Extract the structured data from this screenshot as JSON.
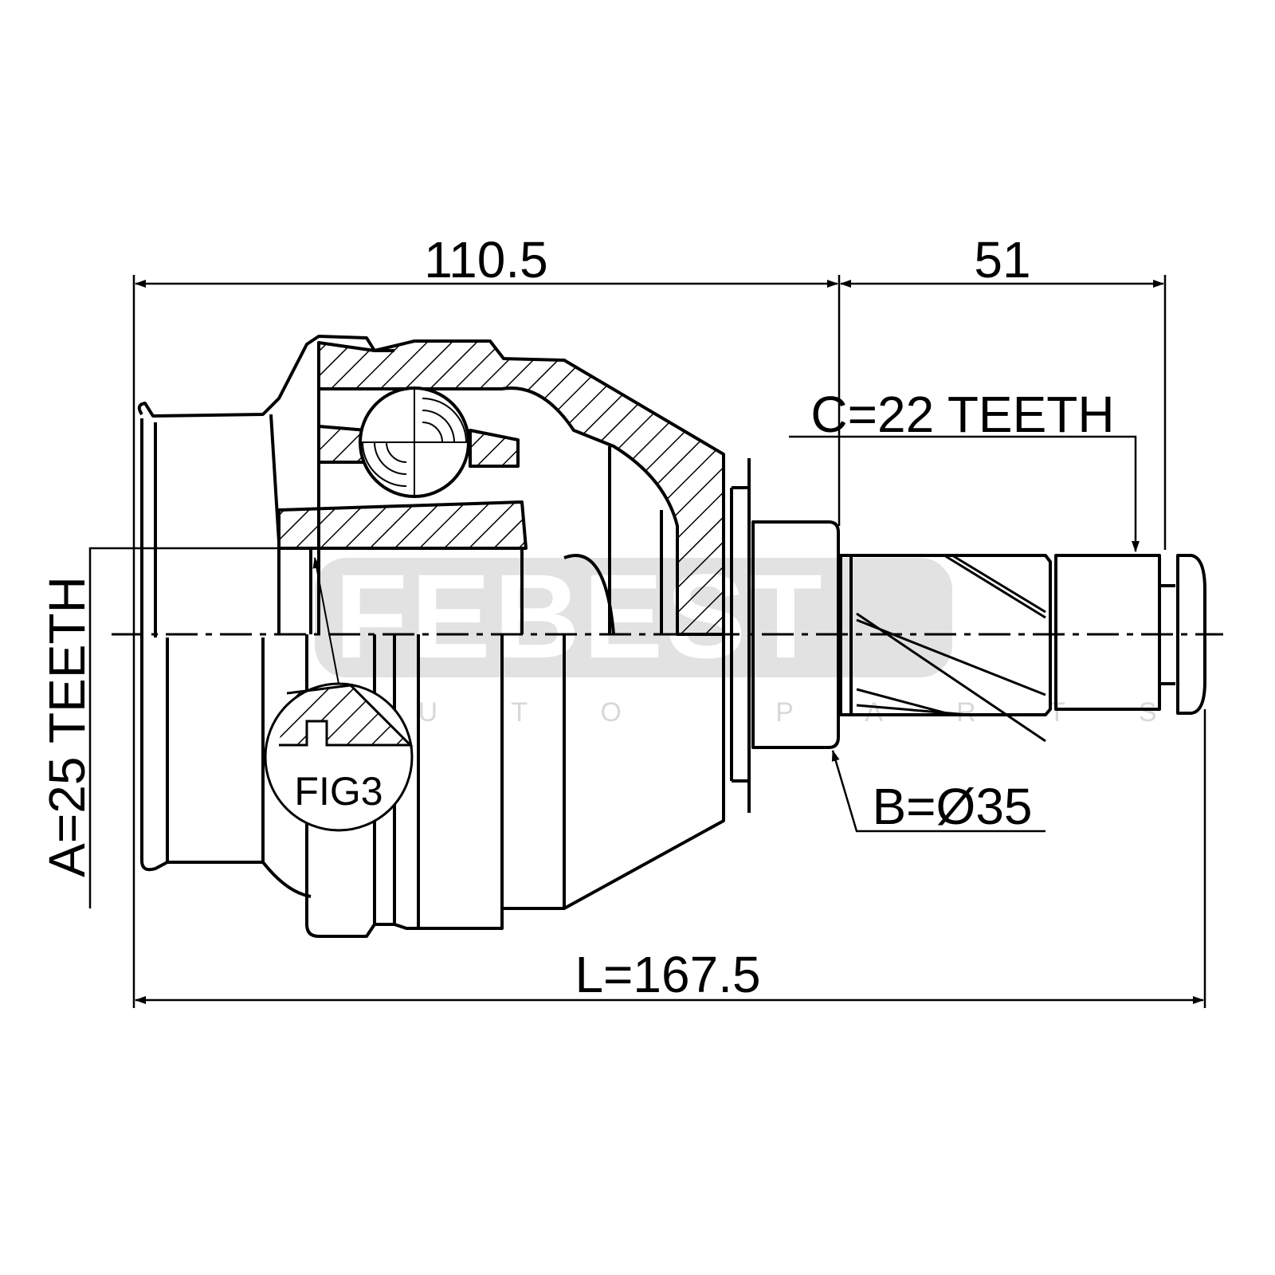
{
  "drawing": {
    "dimensions": {
      "housing_length": "110.5",
      "shaft_length": "51",
      "total_length": "L=167.5",
      "outer_spline": "C=22 TEETH",
      "seal_diameter": "B=Ø35",
      "inner_spline": "A=25 TEETH"
    },
    "detail_label": "FIG3",
    "watermark": {
      "brand": "FEBEST",
      "tagline": "AUTO PARTS"
    }
  }
}
